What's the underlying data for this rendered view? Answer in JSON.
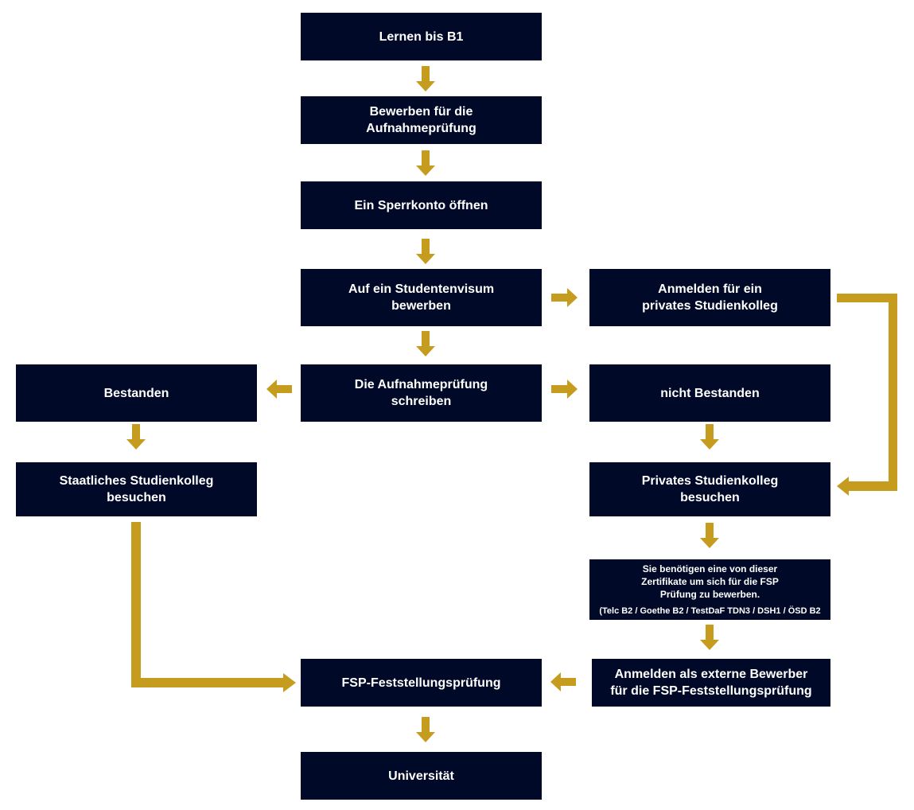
{
  "colors": {
    "box_fill": "#000a28",
    "box_text": "#ffffff",
    "arrow": "#c69c1f",
    "background": "#ffffff"
  },
  "steps": {
    "learn": "Lernen bis B1",
    "apply_exam": "Bewerben für die\nAufnahmeprüfung",
    "blocked_account": "Ein Sperrkonto öffnen",
    "visa": "Auf ein Studentenvisum\nbewerben",
    "write_exam": "Die Aufnahmeprüfung\nschreiben",
    "passed": "Bestanden",
    "not_passed": "nicht Bestanden",
    "register_private": "Anmelden für ein\nprivates Studienkolleg",
    "state_kolleg": "Staatliches Studienkolleg\nbesuchen",
    "private_kolleg": "Privates Studienkolleg\nbesuchen",
    "certificates_note": "Sie benötigen eine von dieser\nZertifikate um sich für die FSP\nPrüfung zu bewerben.",
    "certificates_list": "(Telc B2 / Goethe B2 / TestDaF TDN3 / DSH1 / ÖSD B2",
    "external_applicant": "Anmelden als externe Bewerber\nfür die FSP-Feststellungsprüfung",
    "fsp": "FSP-Feststellungsprüfung",
    "university": "Universität"
  }
}
